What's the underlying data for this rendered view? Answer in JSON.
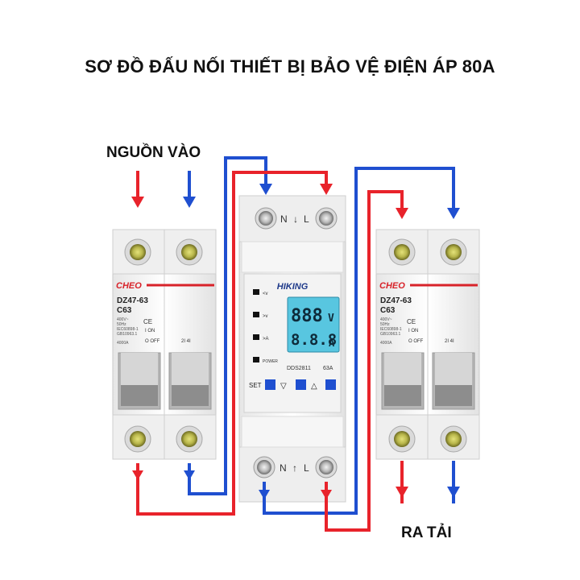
{
  "title": "SƠ ĐỒ ĐẤU NỐI THIẾT BỊ BẢO VỆ ĐIỆN ÁP 80A",
  "labels": {
    "input": "NGUỒN VÀO",
    "output": "RA TẢI"
  },
  "breaker": {
    "brand": "CHEO",
    "model": "DZ47-63",
    "rating": "C63",
    "spec_lines": [
      "400V~",
      "50Hz",
      "IEC60898-1",
      "GB10963.1"
    ],
    "capacity": "4000A",
    "on_label": "I ON",
    "off_label": "O OFF",
    "terminal_numbers": "2I 4I"
  },
  "protector": {
    "brand": "HIKING",
    "model": "DDS2811",
    "rating": "63A",
    "top_terminals": {
      "n": "N",
      "l": "L"
    },
    "bottom_terminals": {
      "n": "N",
      "l": "L"
    },
    "indicators": [
      "<v",
      ">v",
      ">A",
      "POWER"
    ],
    "display": {
      "line1": "888",
      "unit1": "V",
      "line2": "8.8.8",
      "unit2": "A"
    },
    "buttons": {
      "set": "SET",
      "down": "▽",
      "up": "△"
    }
  },
  "colors": {
    "live_wire": "#e8232b",
    "neutral_wire": "#1f4fd0",
    "brand_red": "#d8232a",
    "lcd_bg": "#58c6e0"
  }
}
